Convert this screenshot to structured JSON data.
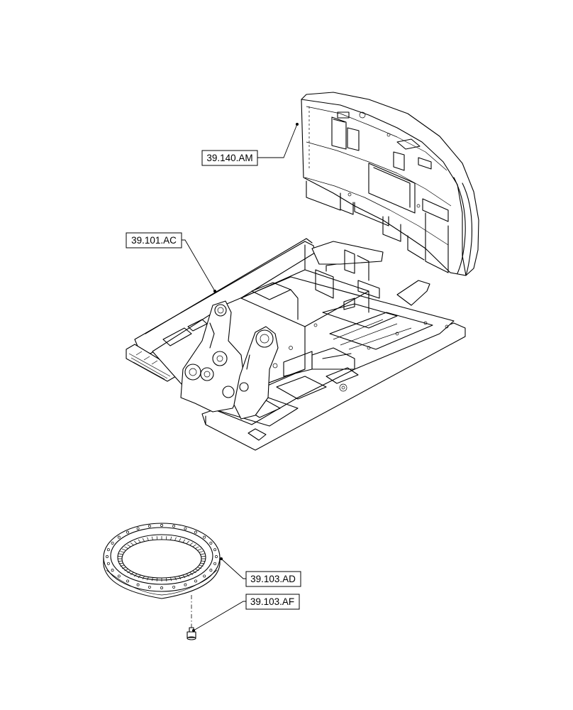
{
  "callouts": {
    "counterweight": "39.140.AM",
    "frame": "39.101.AC",
    "slew_ring": "39.103.AD",
    "bolt": "39.103.AF"
  }
}
